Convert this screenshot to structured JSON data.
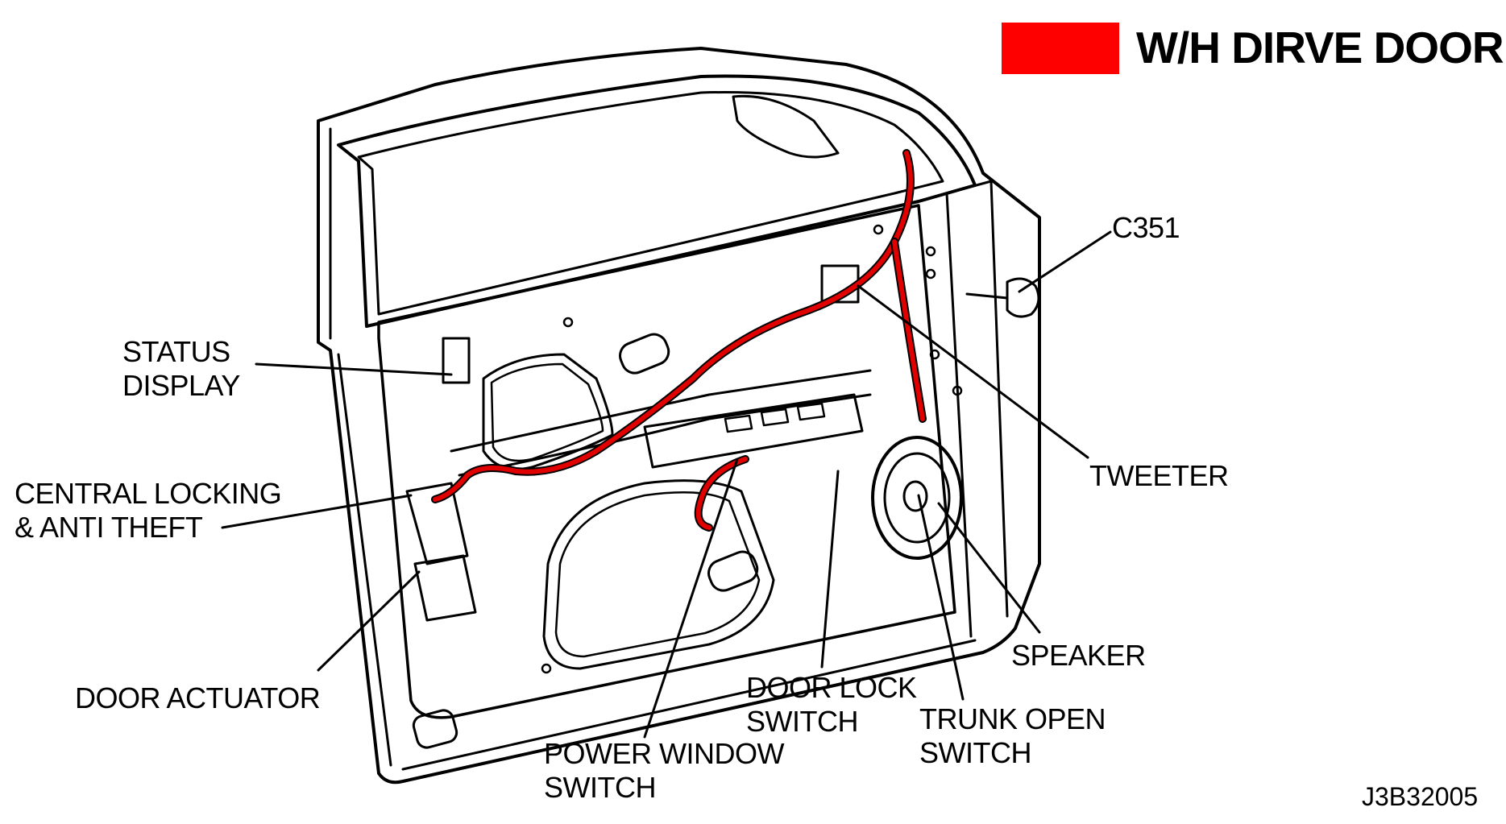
{
  "legend": {
    "swatch_color": "#ff0000",
    "label": "W/H DIRVE DOOR"
  },
  "figure_code": "J3B32005",
  "harness_color": "#e00000",
  "labels": {
    "c351": "C351",
    "status_display": [
      "STATUS",
      "DISPLAY"
    ],
    "central_locking": [
      "CENTRAL LOCKING",
      "& ANTI THEFT"
    ],
    "tweeter": "TWEETER",
    "door_actuator": "DOOR ACTUATOR",
    "speaker": "SPEAKER",
    "door_lock_switch": [
      "DOOR LOCK",
      "SWITCH"
    ],
    "trunk_open_switch": [
      "TRUNK OPEN",
      "SWITCH"
    ],
    "power_window_switch": [
      "POWER WINDOW",
      "SWITCH"
    ]
  }
}
